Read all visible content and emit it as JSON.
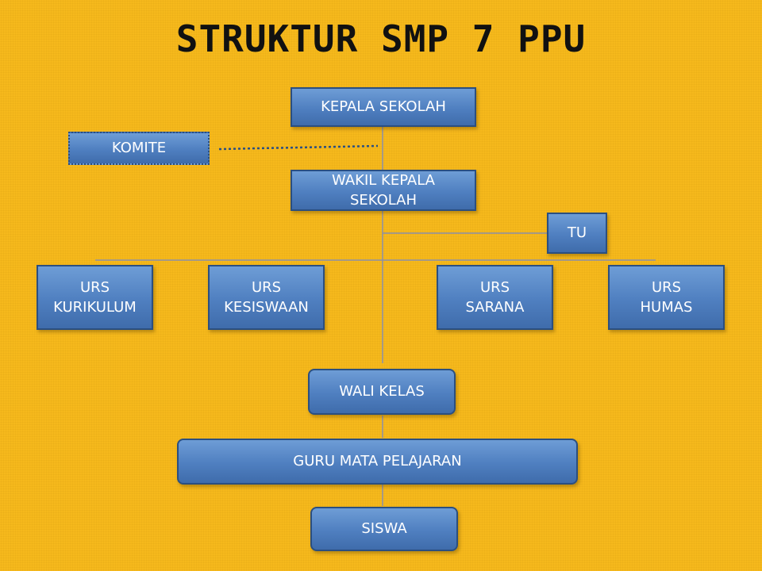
{
  "title": "STRUKTUR SMP 7 PPU",
  "nodes": {
    "kepala_sekolah": "KEPALA SEKOLAH",
    "komite": "KOMITE",
    "wakil_kepala_sekolah": "WAKIL KEPALA\nSEKOLAH",
    "tu": "TU",
    "urs_kurikulum": "URS\nKURIKULUM",
    "urs_kesiswaan": "URS\nKESISWAAN",
    "urs_sarana": "URS\nSARANA",
    "urs_humas": "URS\nHUMAS",
    "wali_kelas": "WALI KELAS",
    "guru_mata_pelajaran": "GURU MATA PELAJARAN",
    "siswa": "SISWA"
  },
  "colors": {
    "background": "#f6b91c",
    "box_fill": "#4f7fc0",
    "box_border": "#2b4f80",
    "connector": "#8c8fa8",
    "text": "#ffffff"
  }
}
